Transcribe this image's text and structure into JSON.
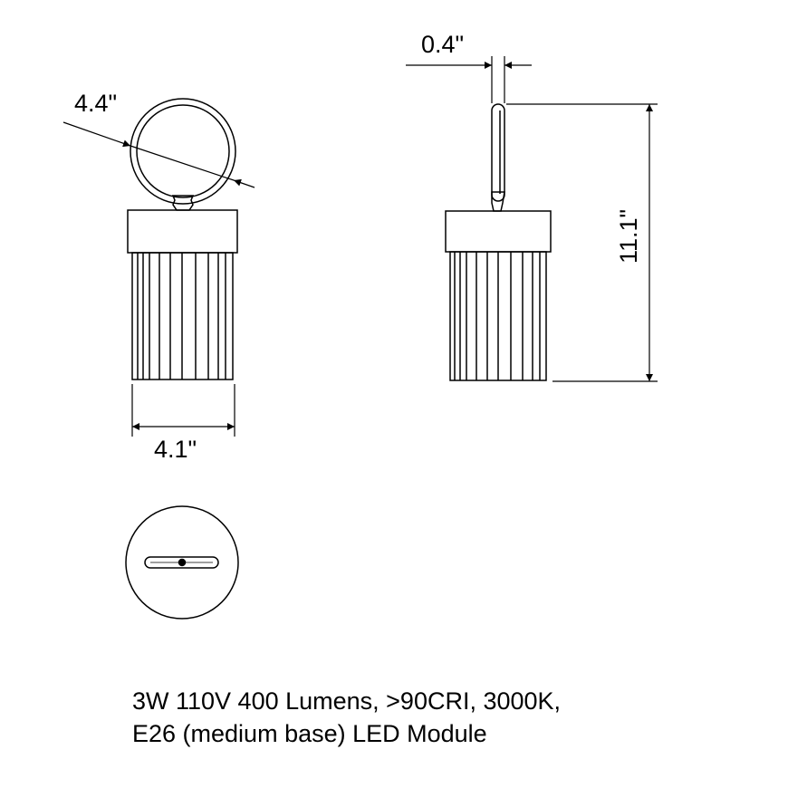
{
  "dimensions": {
    "ring_diameter": "4.4\"",
    "body_width": "4.1\"",
    "ring_thickness": "0.4\"",
    "overall_height": "11.1\""
  },
  "spec": {
    "line1": "3W 110V 400 Lumens, >90CRI, 3000K,",
    "line2": "E26 (medium base) LED Module"
  }
}
